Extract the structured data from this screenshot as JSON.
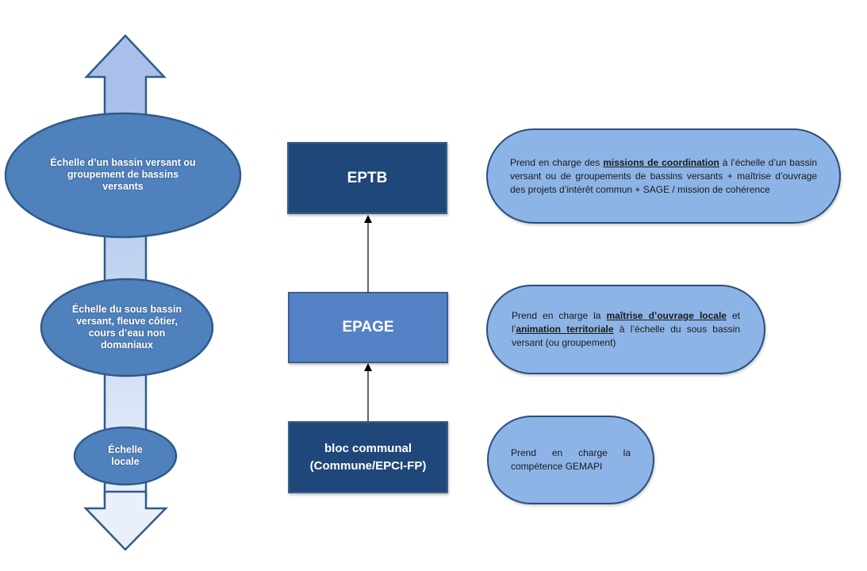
{
  "scale_axis": {
    "top_arrow": "up-arrow-icon",
    "bottom_arrow": "down-arrow-icon",
    "levels": [
      {
        "label": "Échelle d’un bassin versant ou groupement de bassins versants"
      },
      {
        "label": "Échelle du sous bassin versant, fleuve côtier, cours d’eau non domaniaux"
      },
      {
        "label": "Échelle locale"
      }
    ]
  },
  "structures": [
    {
      "name": "EPTB"
    },
    {
      "name": "EPAGE"
    },
    {
      "name_line1": "bloc communal",
      "name_line2": "(Commune/EPCI-FP)"
    }
  ],
  "descriptions": [
    {
      "pre": "Prend en charge des ",
      "emph": "missions de coordination",
      "post": " à l’échelle d’un bassin versant ou de groupements de bassins versants + maîtrise d’ouvrage des projets d’intérêt commun + SAGE / mission de cohérence"
    },
    {
      "pre": "Prend en charge la ",
      "emph": "maîtrise d’ouvrage locale",
      "mid": " et l’",
      "emph2": "animation territoriale",
      "post": " à l’échelle du sous bassin versant (ou groupement)"
    },
    {
      "text": "Prend en charge la compétence GEMAPI"
    }
  ],
  "colors": {
    "dark_box": "#1f477a",
    "mid_box": "#5582c7",
    "ellipse": "#4f81bd",
    "pill": "#8db4e6",
    "outline": "#2c4f7c"
  }
}
